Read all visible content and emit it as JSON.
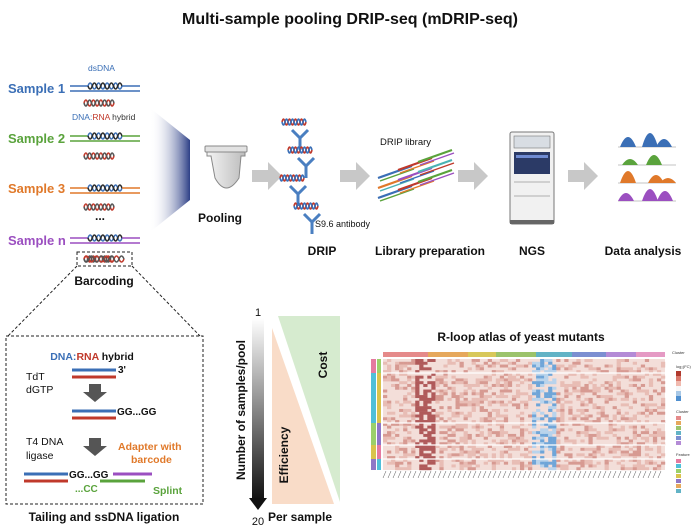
{
  "title": "Multi-sample pooling DRIP-seq (mDRIP-seq)",
  "samples": [
    {
      "label": "Sample 1",
      "color": "#3b6fb6"
    },
    {
      "label": "Sample 2",
      "color": "#5aa33c"
    },
    {
      "label": "Sample 3",
      "color": "#e0792a"
    },
    {
      "label": "Sample n",
      "color": "#9b4fc0"
    }
  ],
  "legend": {
    "dsdna": "dsDNA",
    "hybrid_dna": "DNA:",
    "hybrid_rna": "RNA",
    "hybrid_word": "hybrid",
    "ellipsis": "..."
  },
  "steps": {
    "barcoding": "Barcoding",
    "pooling": "Pooling",
    "drip": "DRIP",
    "antibody": "S9.6 antibody",
    "drip_library": "DRIP library",
    "library_prep": "Library preparation",
    "ngs": "NGS",
    "data_analysis": "Data analysis"
  },
  "inset": {
    "hybrid_dna": "DNA:",
    "hybrid_rna": "RNA",
    "hybrid_word": " hybrid",
    "three_prime": "3'",
    "tdt_line1": "TdT",
    "tdt_line2": "dGTP",
    "gg1": "GG...GG",
    "t4_line1": "T4 DNA",
    "t4_line2": "ligase",
    "adapter_line1": "Adapter with",
    "adapter_line2": "barcode",
    "gg2": "GG...GG",
    "cc": "...CC",
    "splint": "Splint",
    "caption": "Tailing and ssDNA ligation"
  },
  "tradeoff": {
    "ylabel": "Number of samples/pool",
    "tick_top": "1",
    "tick_bottom": "20",
    "cost": "Cost",
    "efficiency": "Efficiency",
    "per_sample": "Per sample"
  },
  "heatmap": {
    "title": "R-loop atlas of yeast mutants",
    "legend_cluster": "Cluster",
    "legend_scale": "log₂(FC)",
    "legend_cluster2": "Cluster",
    "legend_feature": "Feature"
  },
  "colors": {
    "blue": "#3b6fb6",
    "green": "#5aa33c",
    "orange": "#e0792a",
    "purple": "#9b4fc0",
    "rna": "#c0392b",
    "arrow": "#c8c8c8",
    "cost_fill": "#d6ebcf",
    "eff_fill": "#f9dcc8"
  }
}
